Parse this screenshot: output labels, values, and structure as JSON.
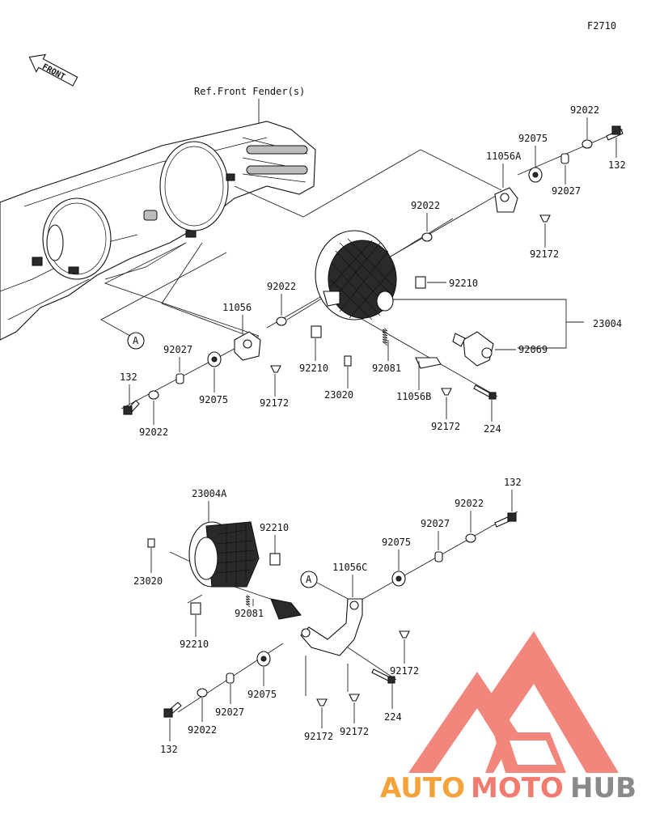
{
  "figure_code": "F2710",
  "front_label": "FRONT",
  "ref_label": "Ref.Front Fender(s)",
  "callout_a": "A",
  "watermark": {
    "part1": "AUTO",
    "part2": "MOTO",
    "part3": "HUB",
    "color_red": "#f07b6e",
    "color_orange": "#f4a23a",
    "color_grey": "#8a8a8a"
  },
  "labels_top": {
    "l92022a": "92022",
    "l92075a": "92075",
    "l11056A": "11056A",
    "l92027a": "92027",
    "l132a": "132",
    "l92022b": "92022",
    "l92172a": "92172",
    "l92210a": "92210",
    "l23004": "23004",
    "l92069": "92069",
    "l92022c": "92022",
    "l11056": "11056",
    "l92027b": "92027",
    "l132b": "132",
    "l92075b": "92075",
    "l92022d": "92022",
    "l92172b": "92172",
    "l92210b": "92210",
    "l23020": "23020",
    "l92081": "92081",
    "l11056B": "11056B",
    "l92172c": "92172",
    "l224a": "224"
  },
  "labels_bottom": {
    "l23004A": "23004A",
    "l92210c": "92210",
    "l23020b": "23020",
    "l92210d": "92210",
    "l92081b": "92081",
    "l132c": "132",
    "l92022e": "92022",
    "l92027c": "92027",
    "l92075c": "92075",
    "l11056C": "11056C",
    "l92172d": "92172",
    "l224b": "224",
    "l92075d": "92075",
    "l92027d": "92027",
    "l92022f": "92022",
    "l132d": "132",
    "l92172e": "92172",
    "l92172f": "92172"
  }
}
